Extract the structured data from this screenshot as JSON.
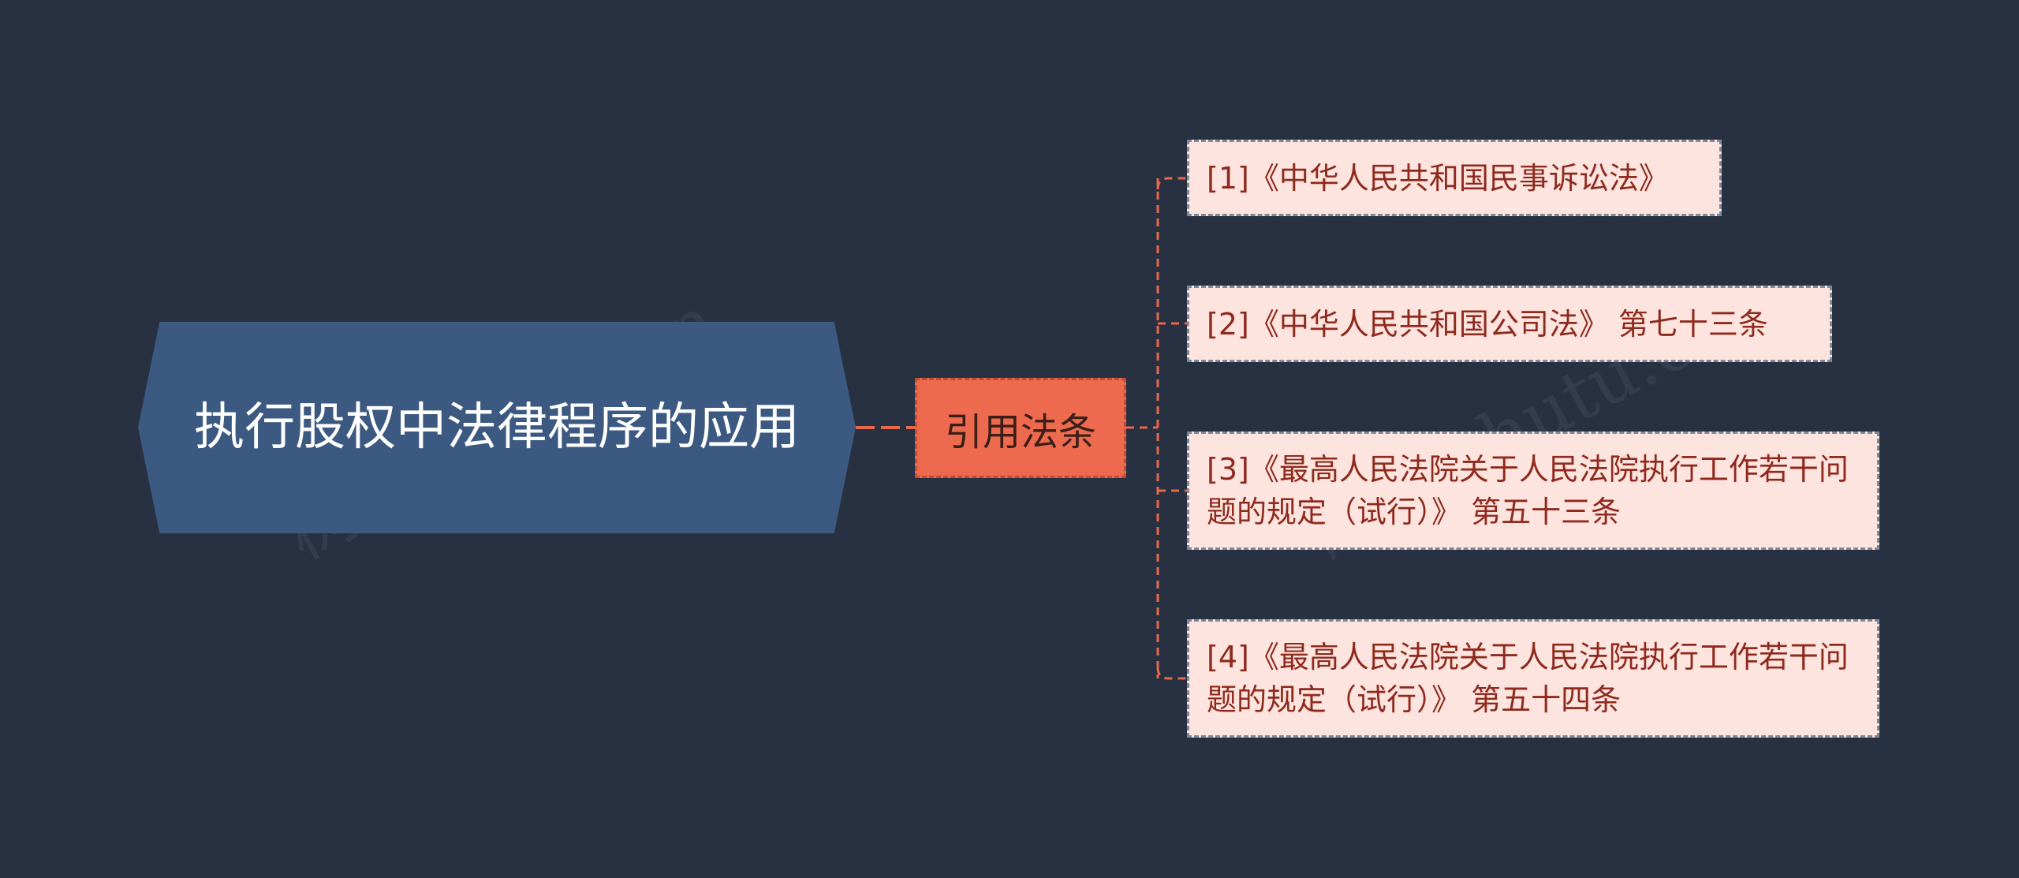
{
  "root": {
    "label": "执行股权中法律程序的应用"
  },
  "branch": {
    "label": "引用法条"
  },
  "leaves": [
    {
      "label": "[1]《中华人民共和国民事诉讼法》"
    },
    {
      "label": "[2]《中华人民共和国公司法》 第七十三条"
    },
    {
      "label": "[3]《最高人民法院关于人民法院执行工作若干问题的规定（试行）》 第五十三条"
    },
    {
      "label": "[4]《最高人民法院关于人民法院执行工作若干问题的规定（试行）》 第五十四条"
    }
  ],
  "watermarks": [
    {
      "text": "树图 shutu.cn"
    },
    {
      "text": "树图 shutu.cn"
    }
  ],
  "colors": {
    "background": "#283142",
    "root_fill": "#3c5a81",
    "branch_fill": "#ee6a4f",
    "leaf_fill": "#fde4de",
    "leaf_text": "#8f2a1e",
    "connector": "#e8684a"
  }
}
